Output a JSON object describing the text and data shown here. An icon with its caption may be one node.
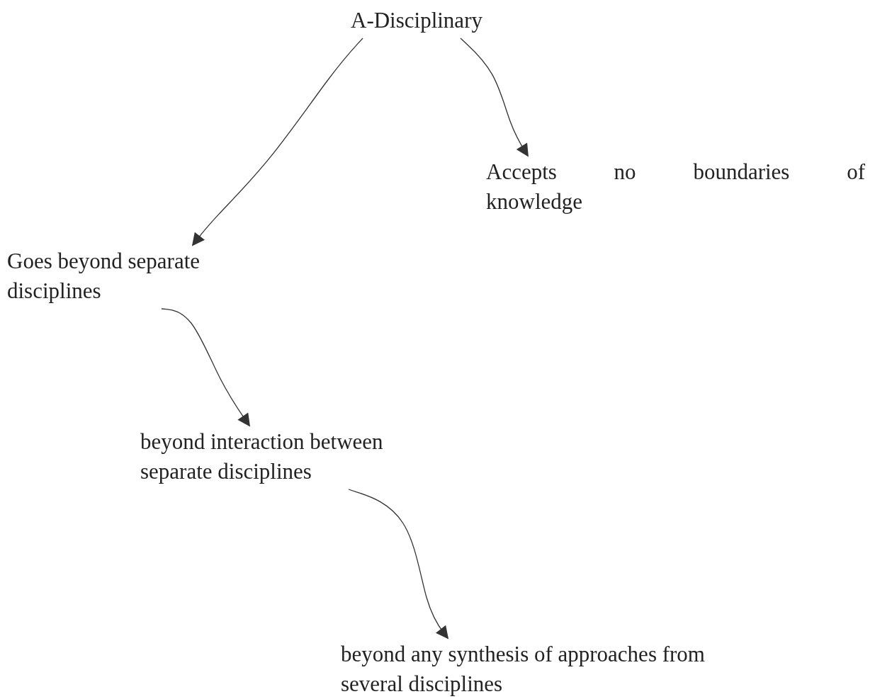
{
  "diagram": {
    "nodes": [
      {
        "text": [
          "A-Disciplinary"
        ]
      },
      {
        "text": [
          "Accepts no boundaries of knowledge"
        ]
      },
      {
        "text": [
          "Goes beyond separate disciplines"
        ]
      },
      {
        "text": [
          "beyond interaction between separate disciplines"
        ]
      },
      {
        "text": [
          "beyond any synthesis of approaches from several disciplines"
        ]
      }
    ],
    "edges": [
      {
        "from": 0,
        "to": 2,
        "arrow": "to"
      },
      {
        "from": 0,
        "to": 1,
        "arrow": "to"
      },
      {
        "from": 2,
        "to": 3,
        "arrow": "to"
      },
      {
        "from": 3,
        "to": 4,
        "arrow": "to"
      }
    ]
  }
}
